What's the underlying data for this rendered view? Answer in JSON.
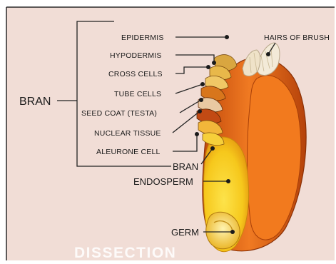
{
  "diagram": {
    "colors": {
      "background": "#f1ddd6",
      "frame": "#2a2a2a",
      "bran_orange": "#e8661a",
      "endosperm_yellow": "#f7cf1e",
      "hairs": "#f3ead8"
    },
    "labels": {
      "epidermis": "EPIDERMIS",
      "hypodermis": "HYPODERMIS",
      "cross_cells": "CROSS CELLS",
      "tube_cells": "TUBE CELLS",
      "seed_coat": "SEED COAT (TESTA)",
      "nuclear_tissue": "NUCLEAR TISSUE",
      "aleurone_cell": "ALEURONE CELL",
      "hairs_of_brush": "HAIRS OF BRUSH",
      "bran_group": "BRAN",
      "bran": "BRAN",
      "endosperm": "ENDOSPERM",
      "germ": "GERM"
    },
    "watermark": "DISSECTION"
  }
}
